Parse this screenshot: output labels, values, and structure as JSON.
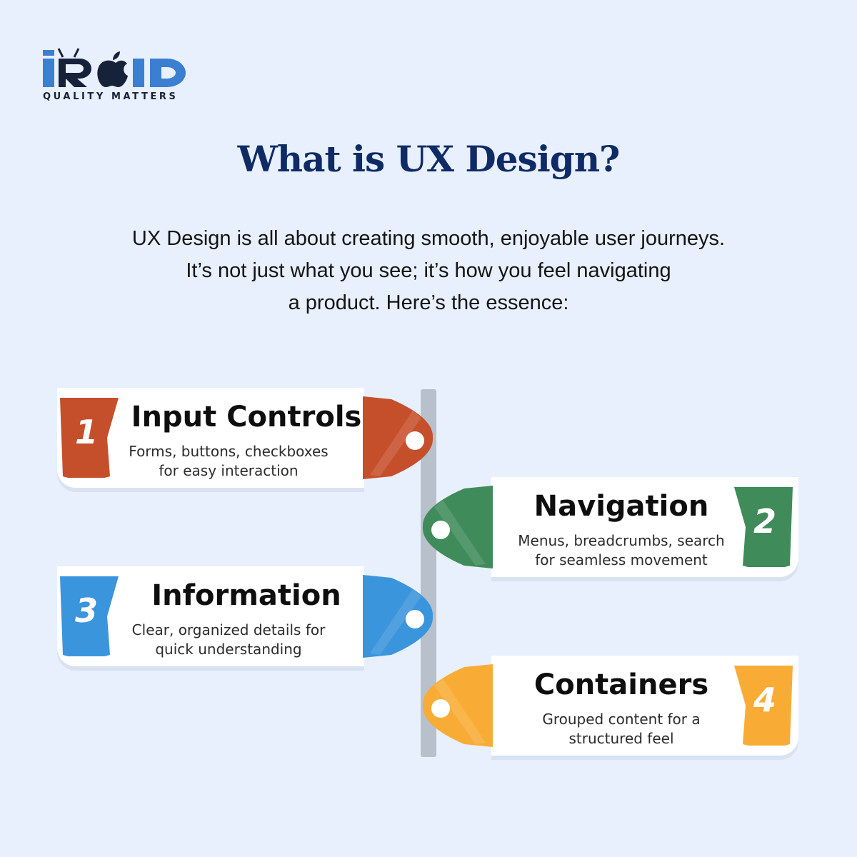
{
  "brand": {
    "logo_text": "iROID",
    "tagline": "QUALITY MATTERS",
    "colors": {
      "navy": "#16213a",
      "blue": "#3b7fd1"
    }
  },
  "title": "What is UX Design?",
  "intro": [
    "UX Design is all about creating smooth, enjoyable user journeys.",
    "It’s not just what you see; it’s how you feel navigating",
    "a product. Here’s the essence:"
  ],
  "items": [
    {
      "number": "1",
      "heading": "Input Controls",
      "desc1": "Forms, buttons, checkboxes",
      "desc2": "for easy interaction",
      "color": "#c64f2b",
      "side": "left"
    },
    {
      "number": "2",
      "heading": "Navigation",
      "desc1": "Menus, breadcrumbs, search",
      "desc2": "for seamless movement",
      "color": "#3f8b5a",
      "side": "right"
    },
    {
      "number": "3",
      "heading": "Information",
      "desc1": "Clear, organized details for",
      "desc2": "quick understanding",
      "color": "#3a95dc",
      "side": "left"
    },
    {
      "number": "4",
      "heading": "Containers",
      "desc1": "Grouped content for a",
      "desc2": "structured feel",
      "color": "#f9ac35",
      "side": "right"
    }
  ]
}
